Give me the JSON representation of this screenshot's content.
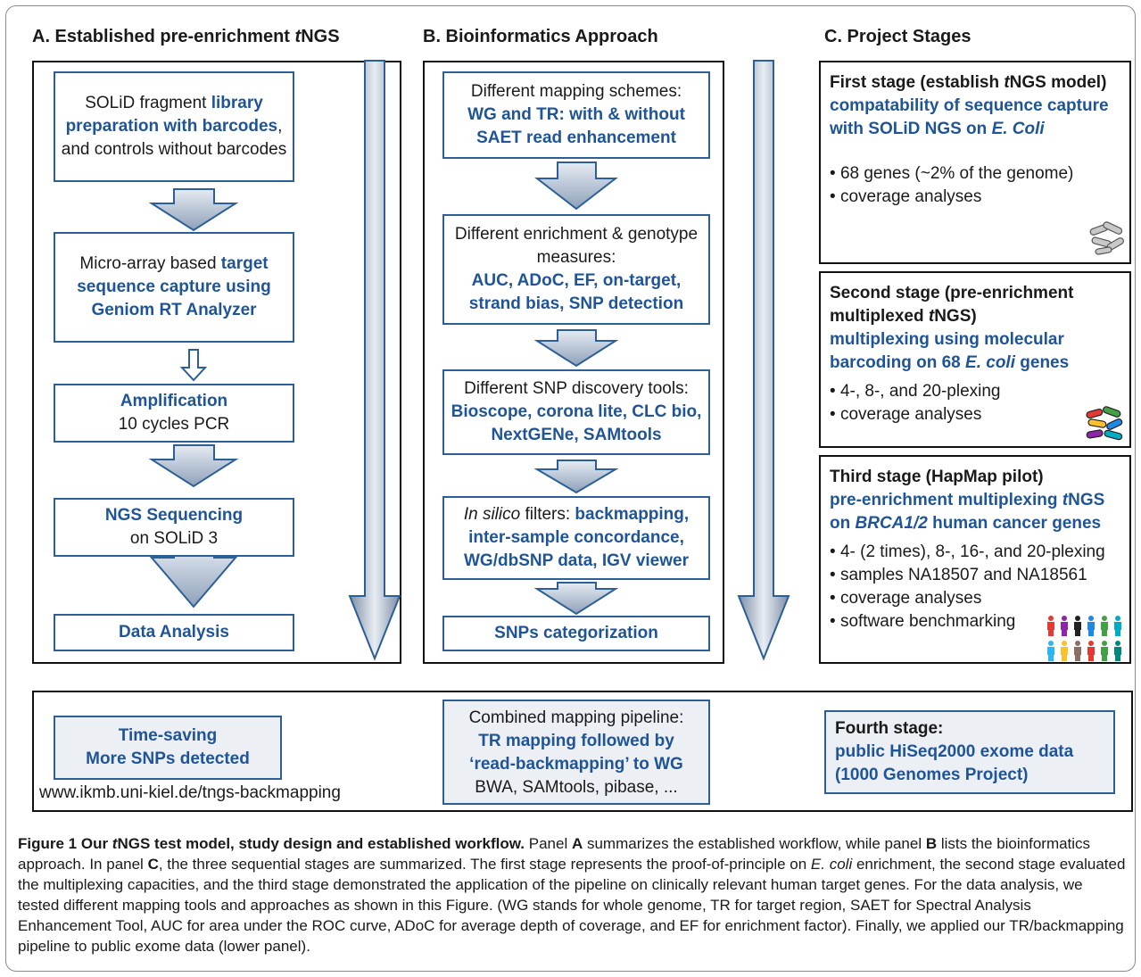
{
  "panel_a": {
    "heading": "A. Established pre-enrichment tNGS",
    "heading_pre": "A. Established pre-enrichment ",
    "heading_t": "t",
    "heading_post": "NGS",
    "box1": {
      "p1": "SOLiD fragment ",
      "b1": "library preparation with barcodes",
      "p2": ", and controls without barcodes"
    },
    "box2": {
      "p1": "Micro-array based ",
      "b1": "target sequence capture using Geniom RT Analyzer"
    },
    "box3": {
      "b1": "Amplification",
      "p2": "10 cycles PCR"
    },
    "box4": {
      "b1": "NGS Sequencing",
      "p2": "on SOLiD 3"
    },
    "box5": {
      "b1": "Data Analysis"
    }
  },
  "panel_b": {
    "heading": "B.  Bioinformatics Approach",
    "box1": {
      "p1": "Different mapping schemes:",
      "b1": "WG and TR: with & without SAET read enhancement"
    },
    "box2": {
      "p1": "Different enrichment  & genotype measures:",
      "b1": "AUC, ADoC, EF, on-target, strand bias, SNP detection"
    },
    "box3": {
      "p1": "Different SNP discovery tools:",
      "b1": "Bioscope, corona lite, CLC bio, NextGENe, SAMtools"
    },
    "box4": {
      "it": "In silico",
      "p1": " filters: ",
      "b1": "backmapping, inter-sample concordance, WG/dbSNP data, IGV viewer"
    },
    "box5": {
      "b1": "SNPs categorization"
    }
  },
  "panel_c": {
    "heading": "C.  Project Stages",
    "stage1": {
      "title_pre": "First stage (establish ",
      "title_t": "t",
      "title_post": "NGS model)",
      "blue_pre": "compatability of sequence capture with SOLiD NGS on ",
      "blue_it": "E. Coli",
      "bullets": [
        "68 genes (~2% of the genome)",
        "coverage analyses"
      ]
    },
    "stage2": {
      "title_pre": "Second stage (pre-enrichment multiplexed ",
      "title_t": "t",
      "title_post": "NGS)",
      "blue_pre": "multiplexing using molecular barcoding on 68 ",
      "blue_it": "E. coli",
      "blue_post": " genes",
      "bullets": [
        "4-, 8-, and 20-plexing",
        "coverage analyses"
      ]
    },
    "stage3": {
      "title": "Third stage (HapMap pilot)",
      "blue_pre": "pre-enrichment multiplexing ",
      "blue_t": "t",
      "blue_mid": "NGS on ",
      "blue_it": "BRCA1/2",
      "blue_post": " human cancer genes",
      "bullets": [
        "4- (2 times), 8-, 16-, and 20-plexing",
        "samples NA18507 and NA18561",
        "coverage analyses",
        "software benchmarking"
      ]
    }
  },
  "lower": {
    "result_line1": "Time-saving",
    "result_line2": "More SNPs detected",
    "url": "www.ikmb.uni-kiel.de/tngs-backmapping",
    "pipeline_p1": "Combined mapping pipeline:",
    "pipeline_b1": "TR mapping followed by",
    "pipeline_b2": "‘read-backmapping’ to WG",
    "pipeline_p2": "BWA, SAMtools, pibase, ...",
    "fourth_title": "Fourth stage:",
    "fourth_b1": "public HiSeq2000 exome data",
    "fourth_b2": "(1000 Genomes Project)"
  },
  "caption": {
    "title_pre": "Figure 1 Our ",
    "title_t": "t",
    "title_post": "NGS test model, study design and established workflow.",
    "s1": " Panel ",
    "A": "A",
    "s2": " summarizes the established workflow, while panel ",
    "B": "B",
    "s3": " lists the bioinformatics approach. In panel ",
    "C": "C",
    "s4": ", the three sequential stages are summarized. The first stage represents the proof-of-principle on ",
    "ecoli": "E. coli",
    "s5": " enrichment, the second stage evaluated the multiplexing capacities, and the third stage demonstrated the application of the pipeline on clinically relevant human target genes. For the data analysis, we tested different mapping tools and approaches as shown in this Figure. (WG stands for whole genome, TR for target region, SAET for Spectral Analysis Enhancement Tool, AUC for area under the ROC curve, ADoC for average depth of coverage, and EF for enrichment factor). Finally, we applied our TR/backmapping pipeline to public exome data (lower panel)."
  },
  "icons": [
    "bacteria-gray-icon",
    "bacteria-colored-icon",
    "people-icon"
  ],
  "colors": {
    "accent_blue": "#1f5597",
    "box_border": "#2d5f97",
    "arrow_fill": "#c9d3e0"
  }
}
